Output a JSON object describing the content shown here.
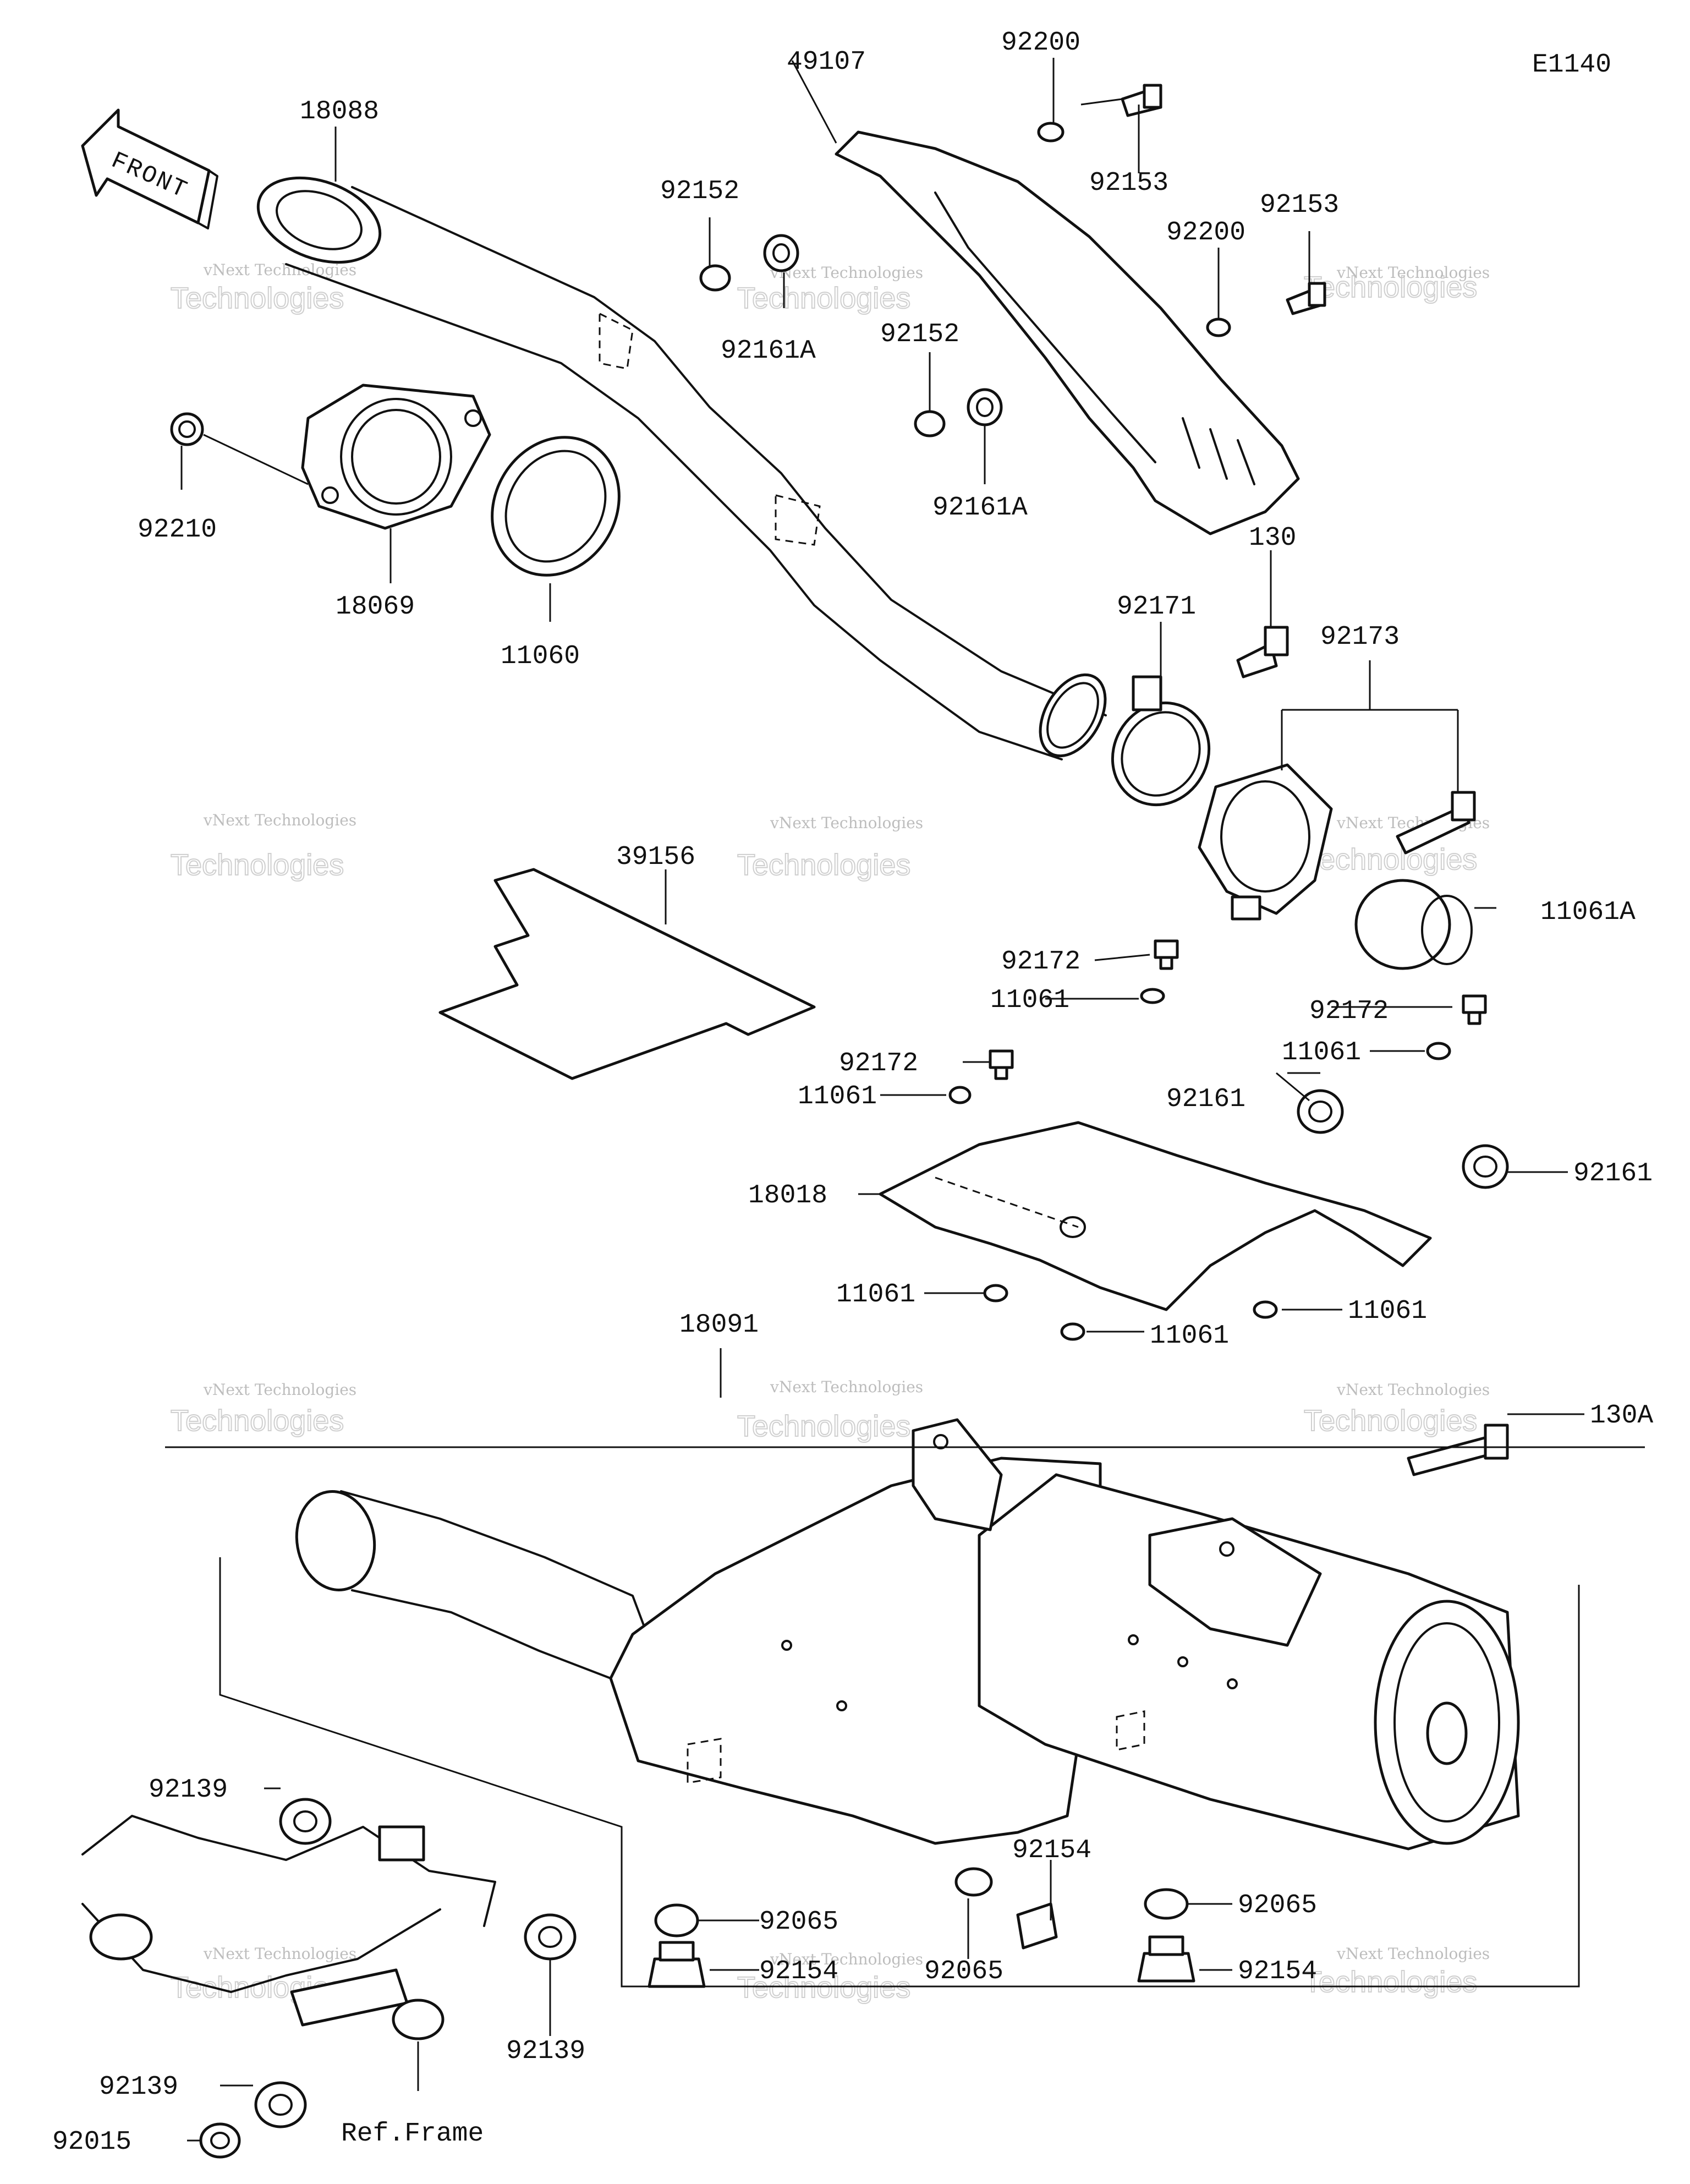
{
  "diagram_code": "E1140",
  "front_label": "FRONT",
  "ref_label": "Ref.Frame",
  "watermark_line1": "vNext Technologies",
  "watermark_line2": "Technologies",
  "watermark_line3": "vNext",
  "labels": {
    "l18088": "18088",
    "l49107": "49107",
    "l92200a": "92200",
    "l92153a": "92153",
    "l92152a": "92152",
    "l92161Aa": "92161A",
    "l92200b": "92200",
    "l92153b": "92153",
    "l92152b": "92152",
    "l92161Ab": "92161A",
    "l92210": "92210",
    "l18069": "18069",
    "l11060": "11060",
    "l130": "130",
    "l92171": "92171",
    "l92173": "92173",
    "l39156": "39156",
    "l11061A": "11061A",
    "l92172a": "92172",
    "l11061a": "11061",
    "l92172b": "92172",
    "l92172c": "92172",
    "l11061b": "11061",
    "l11061c": "11061",
    "l92161a": "92161",
    "l92161b": "92161",
    "l18018": "18018",
    "l11061d": "11061",
    "l11061e": "11061",
    "l11061f": "11061",
    "l18091": "18091",
    "l130A": "130A",
    "l92139a": "92139",
    "l92154a": "92154",
    "l92065a": "92065",
    "l92154b": "92154",
    "l92065b": "92065",
    "l92065c": "92065",
    "l92154c": "92154",
    "l92139b": "92139",
    "l92139c": "92139",
    "l92015": "92015"
  }
}
